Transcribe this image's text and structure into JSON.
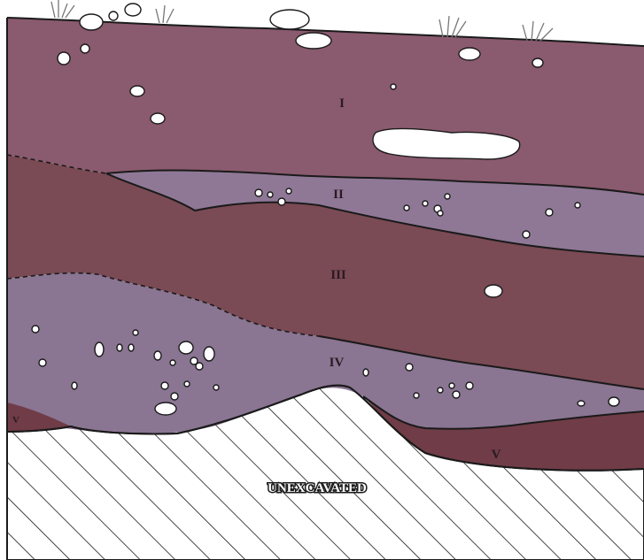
{
  "figure": {
    "layers": [
      {
        "id": "I",
        "label": "I",
        "color": "#8a5a6e"
      },
      {
        "id": "II",
        "label": "II",
        "color": "#8f7896"
      },
      {
        "id": "III",
        "label": "III",
        "color": "#7a4a55"
      },
      {
        "id": "IV",
        "label": "IV",
        "color": "#8a7592"
      },
      {
        "id": "V",
        "label": "V",
        "color": "#6f3c47"
      },
      {
        "id": "V-left",
        "label": "V",
        "color": "#6f3c47"
      }
    ],
    "unexcavated": {
      "label": "UNEXCAVATED",
      "hatch_color": "#1a1a1a",
      "background": "#ffffff"
    },
    "icons": {
      "vegetation": "grass-tuft-icon",
      "stone": "stone-icon"
    }
  }
}
